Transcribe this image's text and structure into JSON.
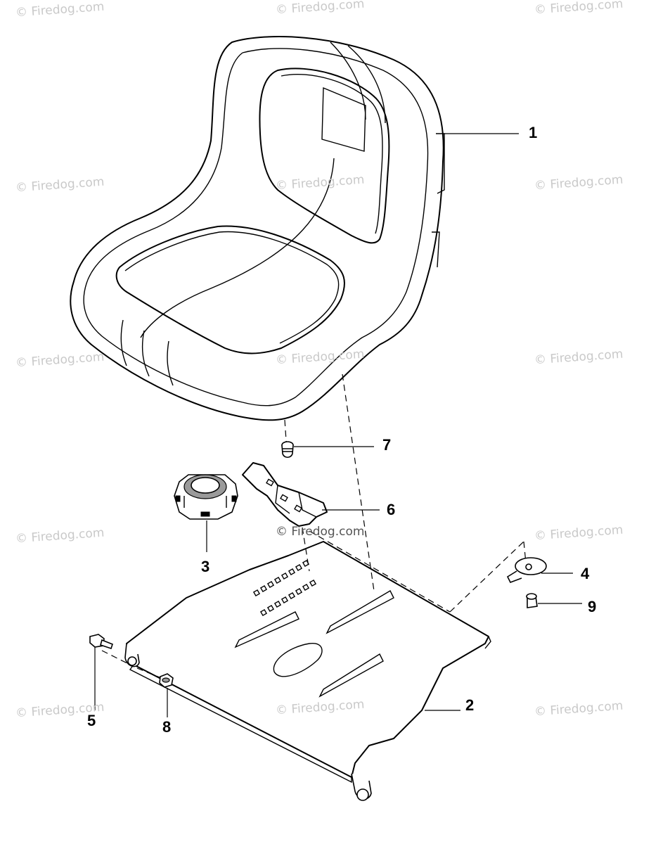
{
  "watermark": "© Firedog.com",
  "callouts": [
    {
      "id": "callout-1",
      "label": "1"
    },
    {
      "id": "callout-2",
      "label": "2"
    },
    {
      "id": "callout-3",
      "label": "3"
    },
    {
      "id": "callout-4",
      "label": "4"
    },
    {
      "id": "callout-5",
      "label": "5"
    },
    {
      "id": "callout-6",
      "label": "6"
    },
    {
      "id": "callout-7",
      "label": "7"
    },
    {
      "id": "callout-8",
      "label": "8"
    },
    {
      "id": "callout-9",
      "label": "9"
    }
  ]
}
